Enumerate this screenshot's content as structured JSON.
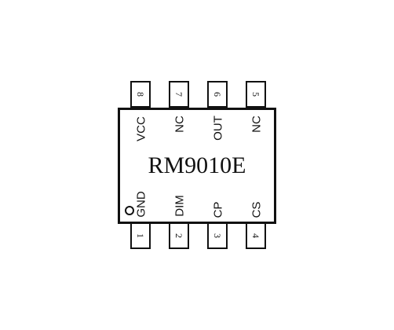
{
  "chip": {
    "part_number": "RM9010E"
  },
  "top_pins": [
    {
      "number": "8",
      "label": "VCC"
    },
    {
      "number": "7",
      "label": "NC"
    },
    {
      "number": "6",
      "label": "OUT"
    },
    {
      "number": "5",
      "label": "NC"
    }
  ],
  "bottom_pins": [
    {
      "number": "1",
      "label": "GND"
    },
    {
      "number": "2",
      "label": "DIM"
    },
    {
      "number": "3",
      "label": "CP"
    },
    {
      "number": "4",
      "label": "CS"
    }
  ]
}
